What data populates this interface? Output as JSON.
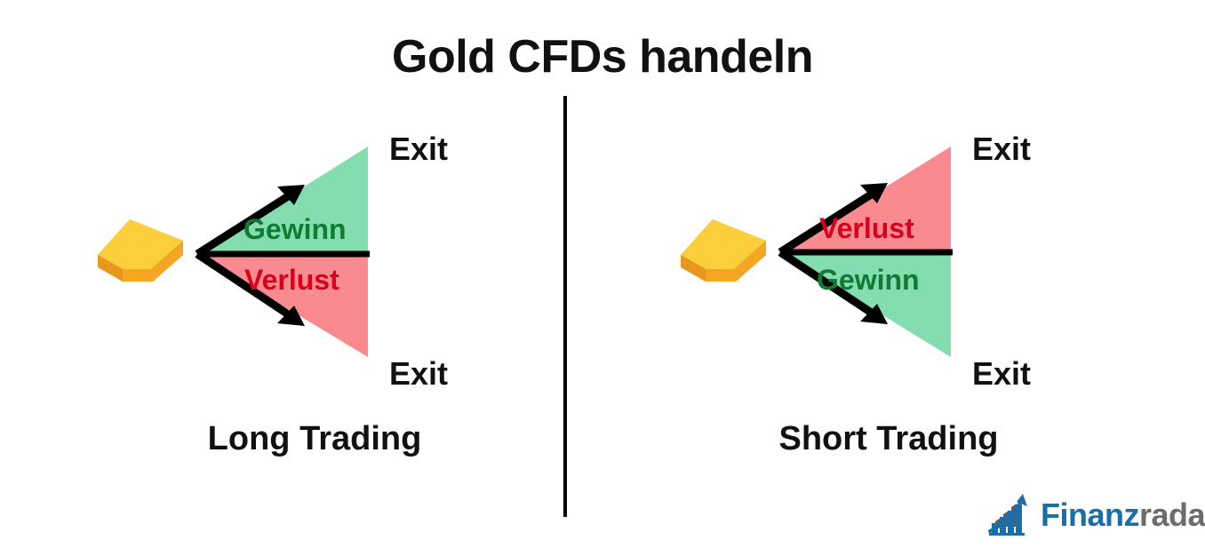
{
  "page": {
    "title": "Gold CFDs handeln",
    "background_color": "#ffffff"
  },
  "colors": {
    "profit_fill": "#83DDAE",
    "loss_fill": "#F98A8F",
    "profit_text": "#107B33",
    "loss_text": "#D8001C",
    "line": "#000000",
    "gold_light": "#FBCF3B",
    "gold_mid": "#F5A623",
    "gold_dark": "#E8961E",
    "brand_blue": "#1B6FA8",
    "brand_gray": "#6C6C6C"
  },
  "divider": {
    "orientation": "vertical"
  },
  "panels": [
    {
      "id": "long",
      "caption": "Long Trading",
      "asset_icon": "gold-bar-icon",
      "exit_top_label": "Exit",
      "exit_bottom_label": "Exit",
      "upper_zone": {
        "label": "Gewinn",
        "kind": "profit",
        "fill": "#83DDAE",
        "text_color": "#107B33"
      },
      "lower_zone": {
        "label": "Verlust",
        "kind": "loss",
        "fill": "#F98A8F",
        "text_color": "#D8001C"
      }
    },
    {
      "id": "short",
      "caption": "Short Trading",
      "asset_icon": "gold-bar-icon",
      "exit_top_label": "Exit",
      "exit_bottom_label": "Exit",
      "upper_zone": {
        "label": "Verlust",
        "kind": "loss",
        "fill": "#F98A8F",
        "text_color": "#D8001C"
      },
      "lower_zone": {
        "label": "Gewinn",
        "kind": "profit",
        "fill": "#83DDAE",
        "text_color": "#107B33"
      }
    }
  ],
  "brand": {
    "name_part1": "Finanz",
    "name_part2": "radar",
    "mark_icon": "growth-chart-arrow-icon"
  }
}
